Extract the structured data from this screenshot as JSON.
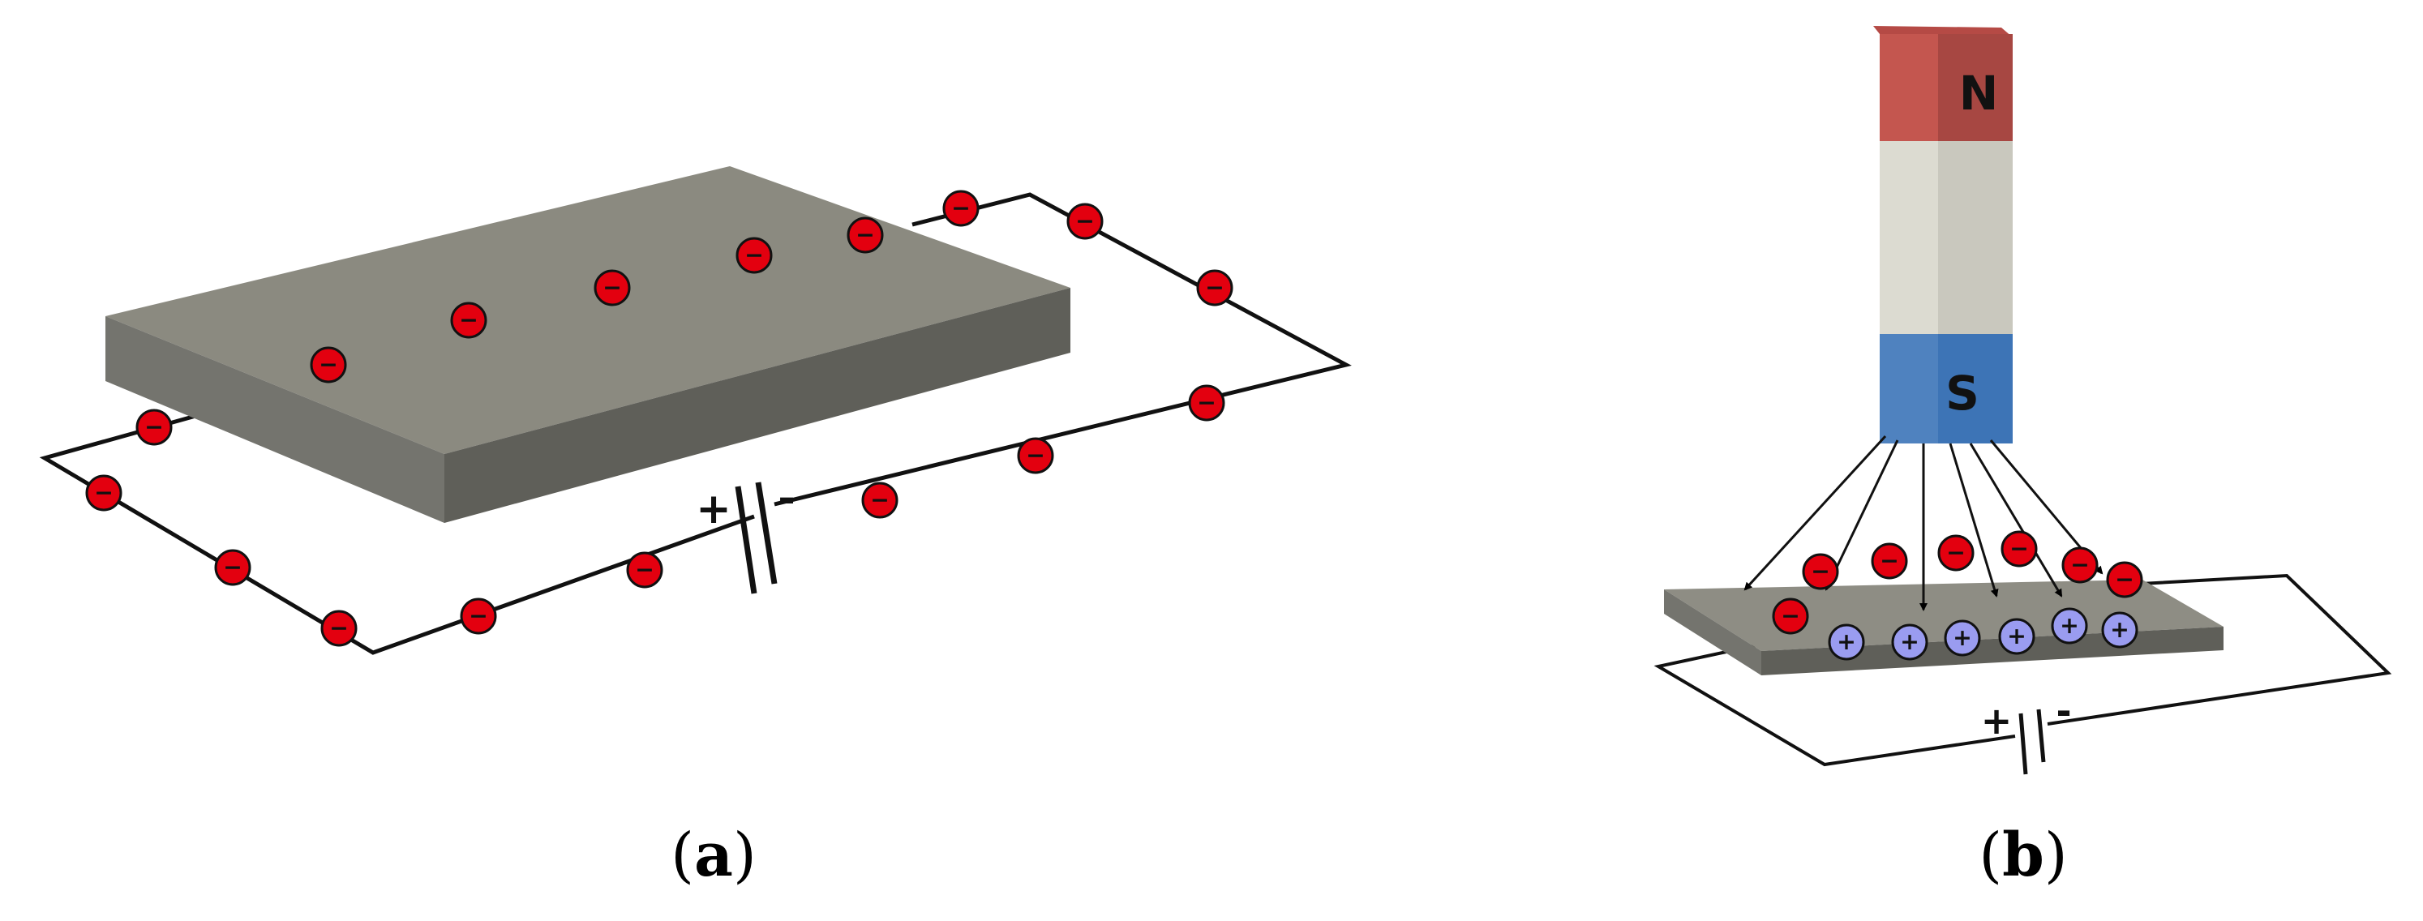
{
  "panels": [
    {
      "id": "a",
      "caption_open": "(",
      "caption_letter": "a",
      "caption_close": ")"
    },
    {
      "id": "b",
      "caption_open": "(",
      "caption_letter": "b",
      "caption_close": ")"
    }
  ],
  "battery": {
    "positive_label": "+",
    "negative_label": "-"
  },
  "magnet": {
    "north_label": "N",
    "south_label": "S"
  },
  "charges": {
    "electron_sign": "−",
    "ion_sign": "+"
  },
  "colors": {
    "plate_top": "#8b8a80",
    "plate_front": "#6a6a64",
    "plate_side": "#5e5e58",
    "electron": "#e3000f",
    "ion": "#9a9cf0",
    "magnet_north": "#c4564f",
    "magnet_middle": "#dcdbd1",
    "magnet_south": "#4f82bf"
  }
}
